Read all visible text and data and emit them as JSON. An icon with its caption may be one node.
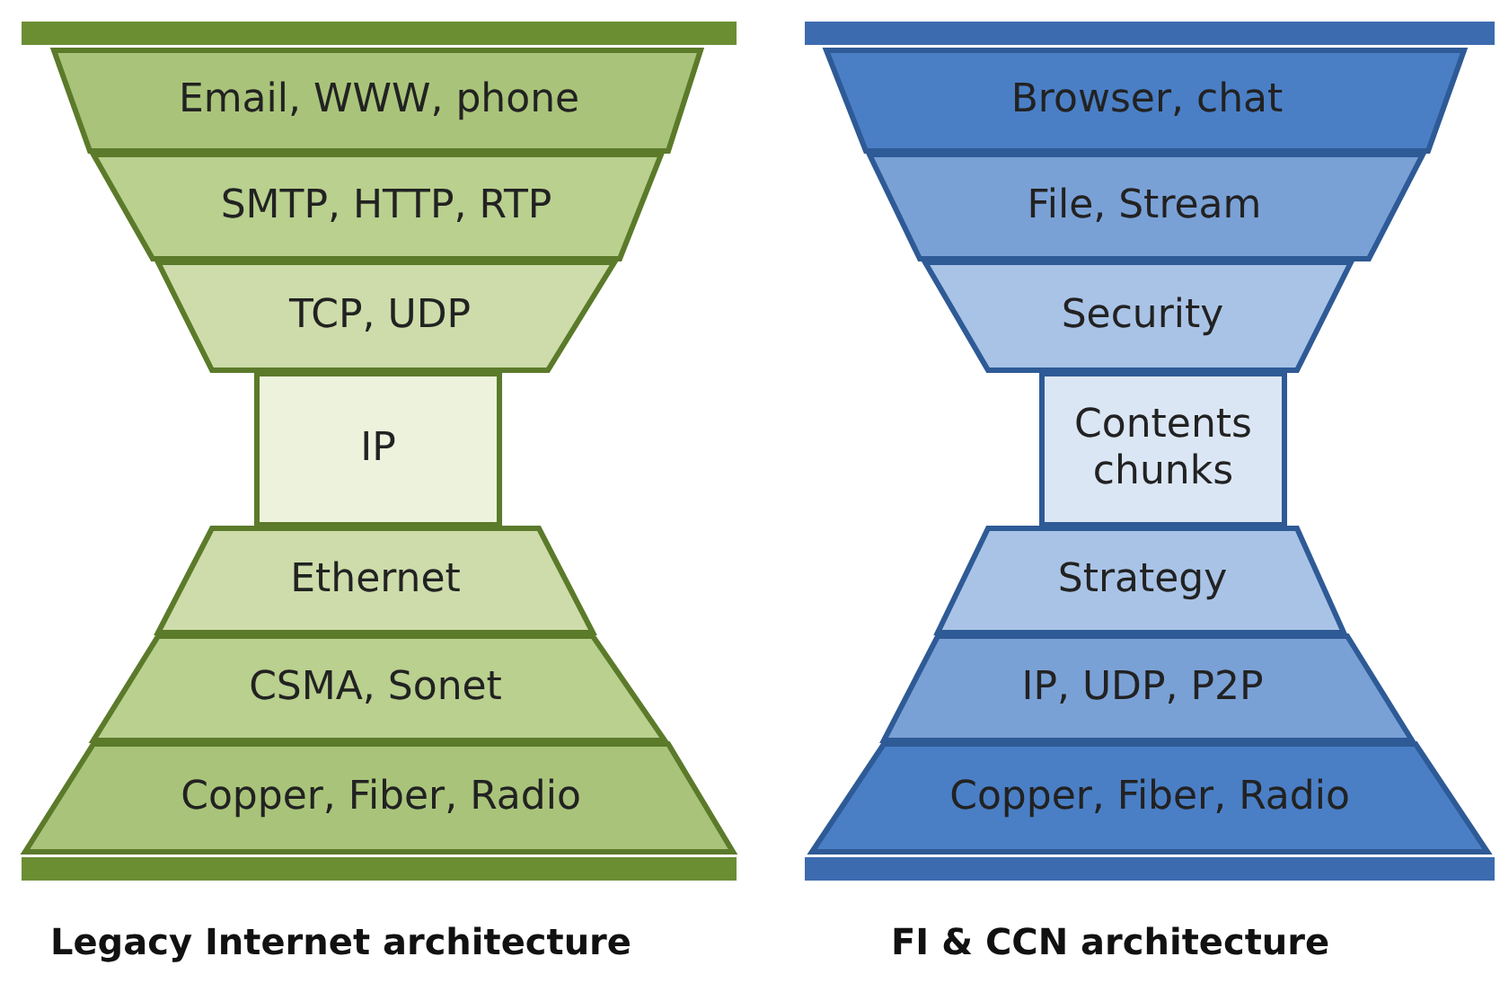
{
  "diagram": {
    "nodes": [
      {
        "text": [
          "Email, WWW, phone"
        ]
      },
      {
        "text": [
          "SMTP, HTTP, RTP"
        ]
      },
      {
        "text": [
          "TCP, UDP"
        ]
      },
      {
        "text": [
          "IP"
        ]
      },
      {
        "text": [
          "Ethernet"
        ]
      },
      {
        "text": [
          "CSMA, Sonet"
        ]
      },
      {
        "text": [
          "Copper, Fiber, Radio"
        ]
      },
      {
        "text": [
          "Browser, chat"
        ]
      },
      {
        "text": [
          "File, Stream"
        ]
      },
      {
        "text": [
          "Security"
        ]
      },
      {
        "text": [
          "Contents chunks"
        ]
      },
      {
        "text": [
          "Strategy"
        ]
      },
      {
        "text": [
          "IP, UDP, P2P"
        ]
      },
      {
        "text": [
          "Copper, Fiber, Radio"
        ]
      }
    ],
    "edges": [],
    "labels": [
      "Legacy Internet architecture",
      "FI & CCN architecture"
    ]
  }
}
